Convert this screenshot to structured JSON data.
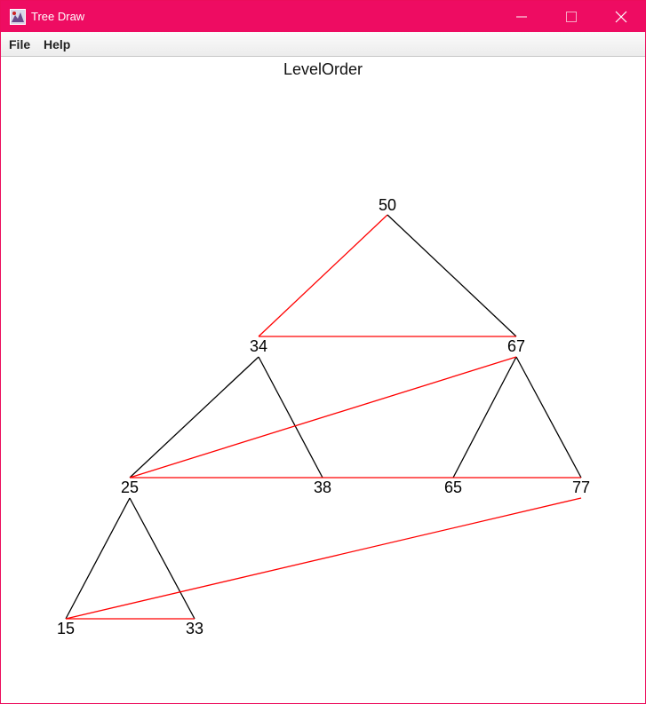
{
  "window": {
    "title": "Tree Draw",
    "accent_color": "#ee0c62",
    "icons": {
      "app": "app-icon",
      "minimize": "minimize-icon",
      "maximize": "maximize-icon",
      "close": "close-icon"
    }
  },
  "menu": {
    "file_label": "File",
    "help_label": "Help"
  },
  "canvas": {
    "title": "LevelOrder"
  },
  "tree": {
    "traversal_color": "#ff0000",
    "edge_color": "#000000",
    "nodes": [
      {
        "id": "50",
        "label": "50"
      },
      {
        "id": "34",
        "label": "34"
      },
      {
        "id": "67",
        "label": "67"
      },
      {
        "id": "25",
        "label": "25"
      },
      {
        "id": "38",
        "label": "38"
      },
      {
        "id": "65",
        "label": "65"
      },
      {
        "id": "77",
        "label": "77"
      },
      {
        "id": "15",
        "label": "15"
      },
      {
        "id": "33",
        "label": "33"
      }
    ],
    "edges": [
      [
        "50",
        "34"
      ],
      [
        "50",
        "67"
      ],
      [
        "34",
        "25"
      ],
      [
        "34",
        "38"
      ],
      [
        "67",
        "65"
      ],
      [
        "67",
        "77"
      ],
      [
        "25",
        "15"
      ],
      [
        "25",
        "33"
      ]
    ],
    "level_order": [
      "50",
      "34",
      "67",
      "25",
      "38",
      "65",
      "77",
      "15",
      "33"
    ]
  }
}
